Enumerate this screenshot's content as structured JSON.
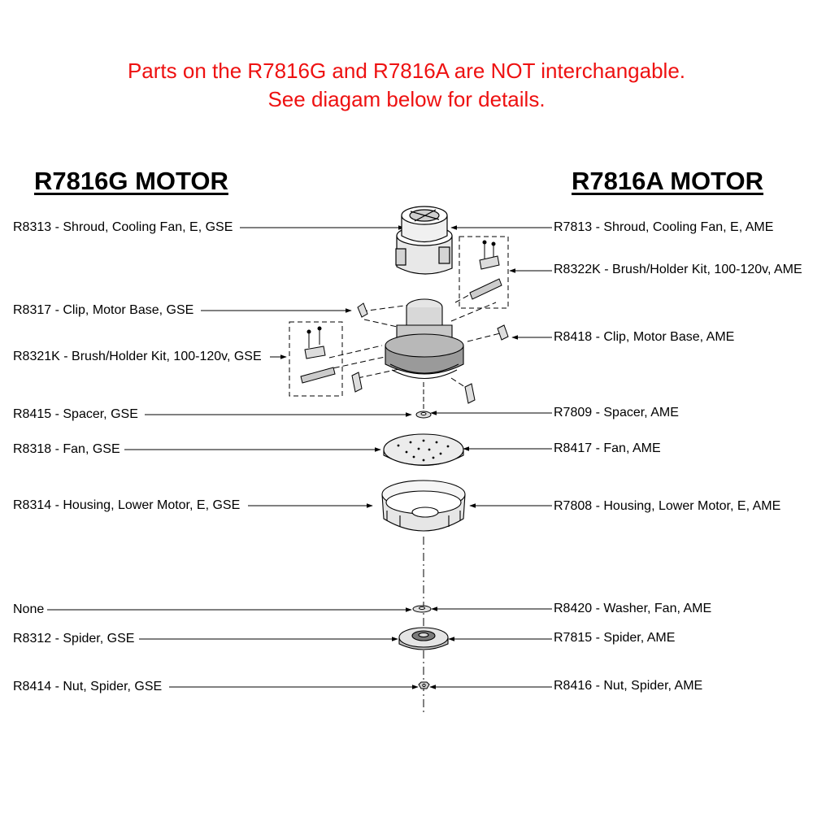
{
  "notice": {
    "line1": "Parts on the R7816G and R7816A are NOT interchangable.",
    "line2": "See diagam below for details."
  },
  "titles": {
    "left": "R7816G MOTOR",
    "right": "R7816A MOTOR"
  },
  "left_labels": [
    "R8313 - Shroud, Cooling Fan, E, GSE",
    "R8317 - Clip, Motor Base, GSE",
    "R8321K - Brush/Holder Kit, 100-120v, GSE",
    "R8415 - Spacer, GSE",
    "R8318 - Fan, GSE",
    "R8314 - Housing, Lower Motor, E, GSE",
    "None",
    "R8312 - Spider, GSE",
    "R8414 - Nut, Spider, GSE"
  ],
  "right_labels": [
    "R7813 - Shroud, Cooling Fan, E, AME",
    "R8322K - Brush/Holder Kit, 100-120v, AME",
    "R8418 - Clip, Motor Base, AME",
    "R7809 - Spacer, AME",
    "R8417 - Fan, AME",
    "R7808 - Housing, Lower Motor, E, AME",
    "R8420 - Washer, Fan, AME",
    "R7815 - Spider, AME",
    "R8416 - Nut, Spider, AME"
  ]
}
